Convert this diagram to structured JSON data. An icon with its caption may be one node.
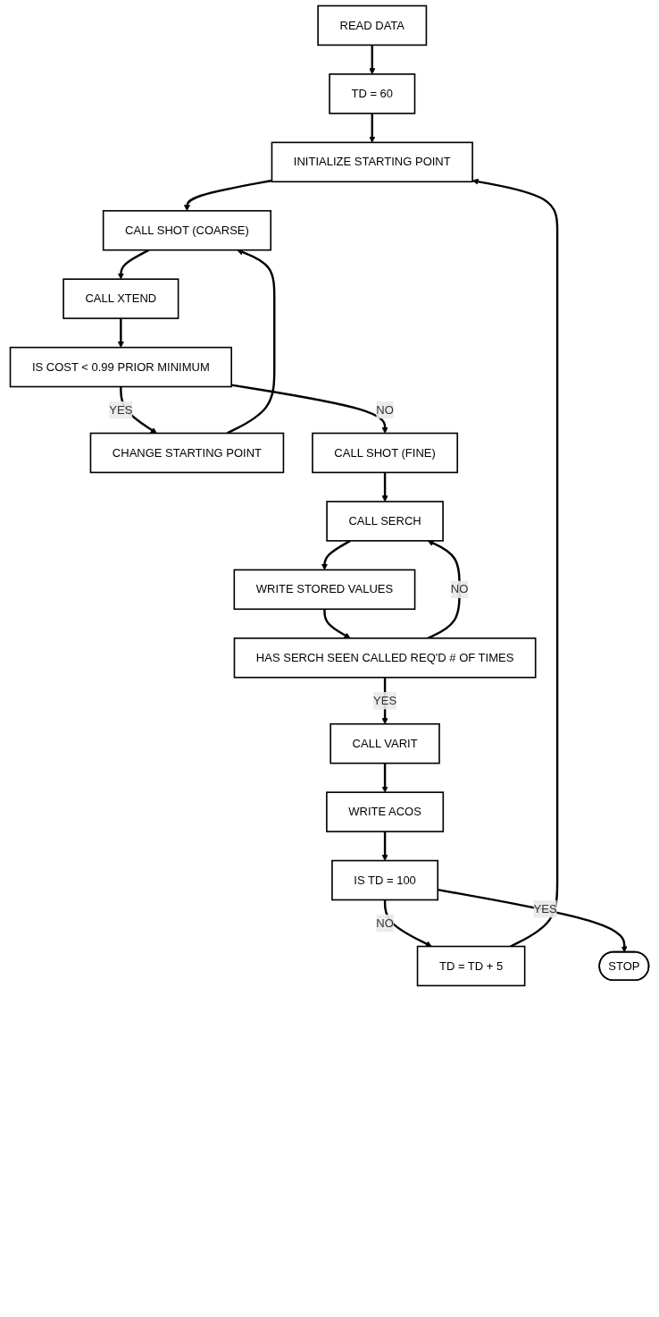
{
  "diagram": {
    "nodes": [
      {
        "text": [
          "READ DATA"
        ]
      },
      {
        "text": [
          "TD = 60"
        ]
      },
      {
        "text": [
          "INITIALIZE STARTING POINT"
        ]
      },
      {
        "text": [
          "CALL SHOT (COARSE)"
        ]
      },
      {
        "text": [
          "CHANGE STARTING POINT"
        ]
      },
      {
        "text": [
          "CALL XTEND"
        ]
      },
      {
        "text": [
          "IS COST < 0.99 PRIOR MINIMUM"
        ]
      },
      {
        "text": [
          "CALL SHOT (FINE)"
        ]
      },
      {
        "text": [
          "CALL SERCH"
        ]
      },
      {
        "text": [
          "WRITE STORED VALUES"
        ]
      },
      {
        "text": [
          "HAS SERCH SEEN CALLED REQ'D # OF TIMES"
        ]
      },
      {
        "text": [
          "CALL VARIT"
        ]
      },
      {
        "text": [
          "WRITE ACOS"
        ]
      },
      {
        "text": [
          "TD = TD + 5"
        ]
      },
      {
        "text": [
          "IS TD = 100"
        ]
      },
      {
        "text": [
          "STOP"
        ]
      }
    ],
    "edges": [
      {
        "from": 0,
        "to": 1,
        "arrow": "to"
      },
      {
        "from": 1,
        "to": 2,
        "arrow": "to"
      },
      {
        "from": 2,
        "to": 3,
        "arrow": "to"
      },
      {
        "from": 3,
        "to": 5,
        "arrow": "to"
      },
      {
        "from": 5,
        "to": 6,
        "arrow": "to"
      },
      {
        "from": 6,
        "to": 4,
        "arrow": "to",
        "label": "YES"
      },
      {
        "from": 4,
        "to": 3,
        "arrow": "to"
      },
      {
        "from": 6,
        "to": 7,
        "arrow": "to",
        "label": "NO"
      },
      {
        "from": 7,
        "to": 8,
        "arrow": "to"
      },
      {
        "from": 8,
        "to": 9,
        "arrow": "to"
      },
      {
        "from": 9,
        "to": 10,
        "arrow": "to"
      },
      {
        "from": 10,
        "to": 8,
        "arrow": "to",
        "label": "NO"
      },
      {
        "from": 10,
        "to": 11,
        "arrow": "to",
        "label": "YES"
      },
      {
        "from": 11,
        "to": 12,
        "arrow": "to"
      },
      {
        "from": 12,
        "to": 14,
        "arrow": "to"
      },
      {
        "from": 14,
        "to": 13,
        "arrow": "to",
        "label": "NO"
      },
      {
        "from": 13,
        "to": 2,
        "arrow": "to"
      },
      {
        "from": 14,
        "to": 15,
        "arrow": "to",
        "label": "YES"
      }
    ]
  }
}
